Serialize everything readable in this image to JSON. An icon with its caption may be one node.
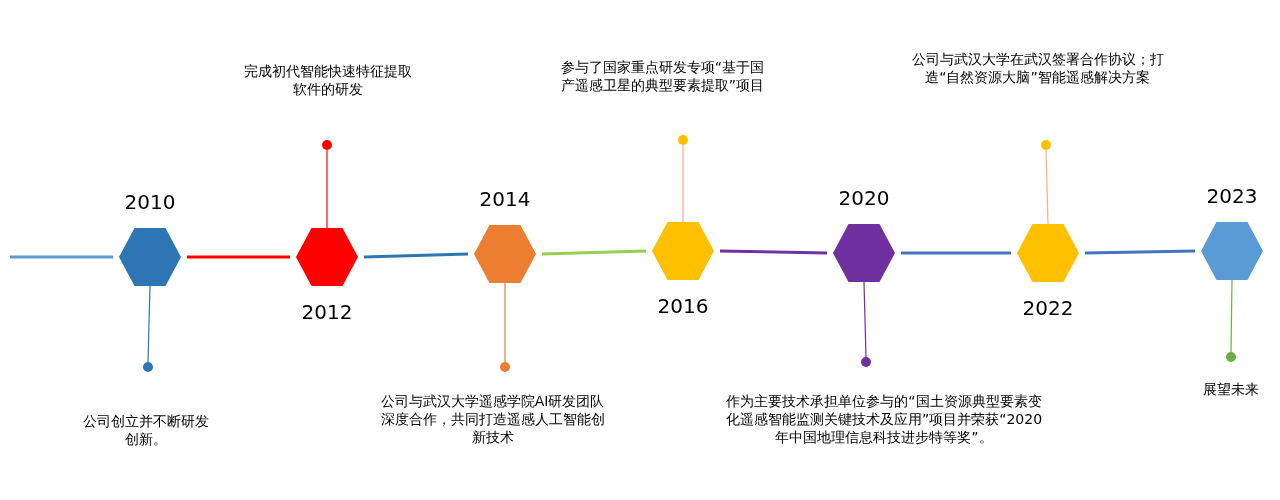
{
  "diagram": {
    "nodes": [
      {
        "text": [
          "2010"
        ]
      },
      {
        "text": [
          "2012"
        ]
      },
      {
        "text": [
          "2014"
        ]
      },
      {
        "text": [
          "2016"
        ]
      },
      {
        "text": [
          "2020"
        ]
      },
      {
        "text": [
          "2022"
        ]
      },
      {
        "text": [
          "2023"
        ]
      },
      {
        "text": [
          "公司创立并不断研发创新。"
        ]
      },
      {
        "text": [
          "完成初代智能快速特征提取软件的研发"
        ]
      },
      {
        "text": [
          "公司与武汉大学遥感学院AI研发团队深度合作，共同打造遥感人工智能创新技术"
        ]
      },
      {
        "text": [
          "参与了国家重点研发专项“基于国产遥感卫星的典型要素提取”项目"
        ]
      },
      {
        "text": [
          "作为主要技术承担单位参与的“国土资源典型要素变化遥感智能监测关键技术及应用”项目并荣获“2020年中国地理信息科技进步特等奖”。"
        ]
      },
      {
        "text": [
          "公司与武汉大学在武汉签署合作协议；打造“自然资源大脑”智能遥感解决方案"
        ]
      },
      {
        "text": [
          "展望未来"
        ]
      }
    ],
    "edges": [
      {
        "from": null,
        "to": 0,
        "arrow": "none",
        "color": "#5b9bd5"
      },
      {
        "from": 0,
        "to": 1,
        "arrow": "none",
        "color": "#ff0000"
      },
      {
        "from": 1,
        "to": 2,
        "arrow": "none",
        "color": "#2e75b6"
      },
      {
        "from": 2,
        "to": 3,
        "arrow": "none",
        "color": "#92d050"
      },
      {
        "from": 3,
        "to": 4,
        "arrow": "none",
        "color": "#7030a0"
      },
      {
        "from": 4,
        "to": 5,
        "arrow": "none",
        "color": "#4472c4"
      },
      {
        "from": 5,
        "to": 6,
        "arrow": "none",
        "color": "#4472c4"
      },
      {
        "from": 0,
        "to": 7,
        "arrow": "none",
        "color": "#2e75b6"
      },
      {
        "from": 1,
        "to": 8,
        "arrow": "none",
        "color": "#ff0000"
      },
      {
        "from": 2,
        "to": 9,
        "arrow": "none",
        "color": "#ed7d31"
      },
      {
        "from": 3,
        "to": 10,
        "arrow": "none",
        "color": "#f4b183"
      },
      {
        "from": 4,
        "to": 11,
        "arrow": "none",
        "color": "#7030a0"
      },
      {
        "from": 5,
        "to": 12,
        "arrow": "none",
        "color": "#f4b183"
      },
      {
        "from": 6,
        "to": 13,
        "arrow": "none",
        "color": "#70ad47"
      }
    ]
  }
}
